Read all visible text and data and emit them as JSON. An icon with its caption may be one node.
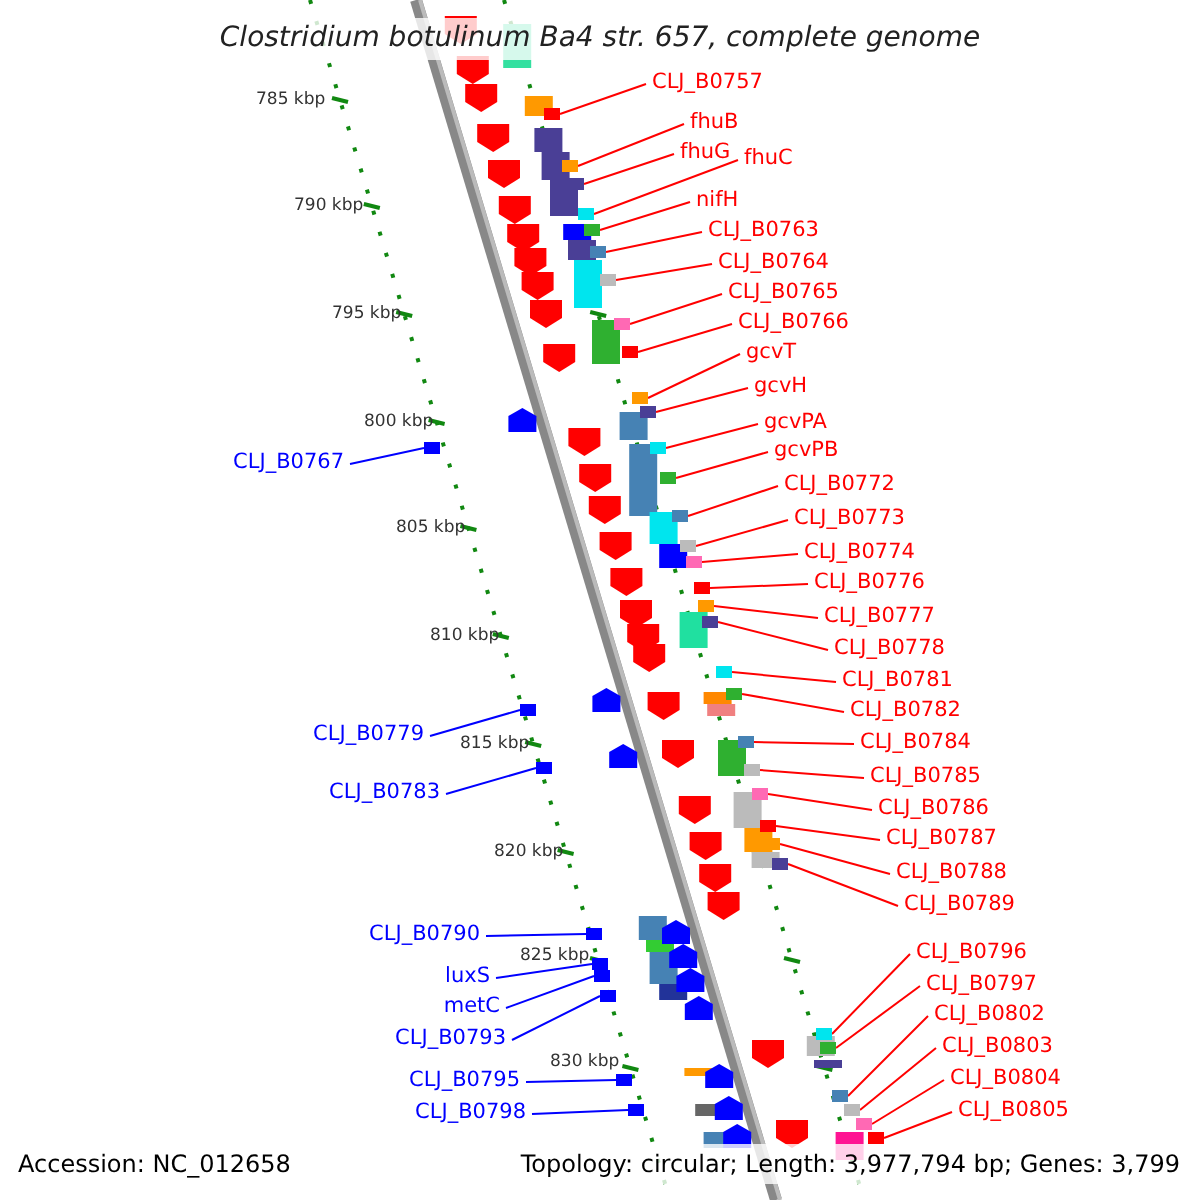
{
  "diagram": {
    "title": "Clostridium botulinum Ba4 str. 657, complete genome",
    "nodes": [
      {
        "text": [
          "CLJ_B0757"
        ]
      },
      {
        "text": [
          "fhuB"
        ]
      },
      {
        "text": [
          "fhuG"
        ]
      },
      {
        "text": [
          "fhuC"
        ]
      },
      {
        "text": [
          "nifH"
        ]
      },
      {
        "text": [
          "CLJ_B0763"
        ]
      },
      {
        "text": [
          "CLJ_B0764"
        ]
      },
      {
        "text": [
          "CLJ_B0765"
        ]
      },
      {
        "text": [
          "CLJ_B0766"
        ]
      },
      {
        "text": [
          "gcvT"
        ]
      },
      {
        "text": [
          "gcvH"
        ]
      },
      {
        "text": [
          "gcvPA"
        ]
      },
      {
        "text": [
          "gcvPB"
        ]
      },
      {
        "text": [
          "CLJ_B0772"
        ]
      },
      {
        "text": [
          "CLJ_B0773"
        ]
      },
      {
        "text": [
          "CLJ_B0774"
        ]
      },
      {
        "text": [
          "CLJ_B0776"
        ]
      },
      {
        "text": [
          "CLJ_B0777"
        ]
      },
      {
        "text": [
          "CLJ_B0778"
        ]
      },
      {
        "text": [
          "CLJ_B0781"
        ]
      },
      {
        "text": [
          "CLJ_B0782"
        ]
      },
      {
        "text": [
          "CLJ_B0784"
        ]
      },
      {
        "text": [
          "CLJ_B0785"
        ]
      },
      {
        "text": [
          "CLJ_B0786"
        ]
      },
      {
        "text": [
          "CLJ_B0787"
        ]
      },
      {
        "text": [
          "CLJ_B0788"
        ]
      },
      {
        "text": [
          "CLJ_B0789"
        ]
      },
      {
        "text": [
          "CLJ_B0796"
        ]
      },
      {
        "text": [
          "CLJ_B0797"
        ]
      },
      {
        "text": [
          "CLJ_B0802"
        ]
      },
      {
        "text": [
          "CLJ_B0803"
        ]
      },
      {
        "text": [
          "CLJ_B0804"
        ]
      },
      {
        "text": [
          "CLJ_B0805"
        ]
      },
      {
        "text": [
          "CLJ_B0767"
        ]
      },
      {
        "text": [
          "CLJ_B0779"
        ]
      },
      {
        "text": [
          "CLJ_B0783"
        ]
      },
      {
        "text": [
          "CLJ_B0790"
        ]
      },
      {
        "text": [
          "luxS"
        ]
      },
      {
        "text": [
          "metC"
        ]
      },
      {
        "text": [
          "CLJ_B0793"
        ]
      },
      {
        "text": [
          "CLJ_B0795"
        ]
      },
      {
        "text": [
          "CLJ_B0798"
        ]
      },
      {
        "text": [],
        "shape": "box"
      },
      {
        "text": [],
        "shape": "box"
      },
      {
        "text": [],
        "shape": "box"
      },
      {
        "text": [],
        "shape": "box"
      },
      {
        "text": [],
        "shape": "box"
      },
      {
        "text": [],
        "shape": "box"
      },
      {
        "text": [],
        "shape": "box"
      },
      {
        "text": [],
        "shape": "box"
      },
      {
        "text": [],
        "shape": "box"
      },
      {
        "text": [],
        "shape": "box"
      },
      {
        "text": [],
        "shape": "box"
      },
      {
        "text": [],
        "shape": "box"
      },
      {
        "text": [],
        "shape": "box"
      },
      {
        "text": [],
        "shape": "box"
      },
      {
        "text": [],
        "shape": "box"
      },
      {
        "text": [],
        "shape": "box"
      },
      {
        "text": [],
        "shape": "box"
      },
      {
        "text": [],
        "shape": "box"
      },
      {
        "text": [],
        "shape": "box"
      },
      {
        "text": [],
        "shape": "box"
      },
      {
        "text": [],
        "shape": "box"
      },
      {
        "text": [],
        "shape": "box"
      },
      {
        "text": [],
        "shape": "box"
      },
      {
        "text": [],
        "shape": "box"
      },
      {
        "text": [],
        "shape": "box"
      },
      {
        "text": [],
        "shape": "box"
      },
      {
        "text": [],
        "shape": "box"
      },
      {
        "text": [],
        "shape": "box"
      },
      {
        "text": [],
        "shape": "box"
      },
      {
        "text": [],
        "shape": "box"
      },
      {
        "text": [],
        "shape": "box"
      },
      {
        "text": [],
        "shape": "box"
      },
      {
        "text": [],
        "shape": "box"
      },
      {
        "text": [],
        "shape": "box"
      },
      {
        "text": [],
        "shape": "box"
      },
      {
        "text": [],
        "shape": "box"
      },
      {
        "text": [],
        "shape": "box"
      },
      {
        "text": [],
        "shape": "box"
      },
      {
        "text": [],
        "shape": "box"
      },
      {
        "text": [],
        "shape": "box"
      },
      {
        "text": [],
        "shape": "box"
      },
      {
        "text": [],
        "shape": "box"
      }
    ],
    "edges": [
      {
        "from": 0,
        "to": 42,
        "arrow": "none"
      },
      {
        "from": 1,
        "to": 43,
        "arrow": "none"
      },
      {
        "from": 2,
        "to": 44,
        "arrow": "none"
      },
      {
        "from": 3,
        "to": 45,
        "arrow": "none"
      },
      {
        "from": 4,
        "to": 46,
        "arrow": "none"
      },
      {
        "from": 5,
        "to": 47,
        "arrow": "none"
      },
      {
        "from": 6,
        "to": 48,
        "arrow": "none"
      },
      {
        "from": 7,
        "to": 49,
        "arrow": "none"
      },
      {
        "from": 8,
        "to": 50,
        "arrow": "none"
      },
      {
        "from": 9,
        "to": 51,
        "arrow": "none"
      },
      {
        "from": 10,
        "to": 52,
        "arrow": "none"
      },
      {
        "from": 11,
        "to": 53,
        "arrow": "none"
      },
      {
        "from": 12,
        "to": 54,
        "arrow": "none"
      },
      {
        "from": 13,
        "to": 55,
        "arrow": "none"
      },
      {
        "from": 14,
        "to": 56,
        "arrow": "none"
      },
      {
        "from": 15,
        "to": 57,
        "arrow": "none"
      },
      {
        "from": 16,
        "to": 58,
        "arrow": "none"
      },
      {
        "from": 17,
        "to": 59,
        "arrow": "none"
      },
      {
        "from": 18,
        "to": 60,
        "arrow": "none"
      },
      {
        "from": 19,
        "to": 61,
        "arrow": "none"
      },
      {
        "from": 20,
        "to": 62,
        "arrow": "none"
      },
      {
        "from": 21,
        "to": 63,
        "arrow": "none"
      },
      {
        "from": 22,
        "to": 64,
        "arrow": "none"
      },
      {
        "from": 23,
        "to": 65,
        "arrow": "none"
      },
      {
        "from": 24,
        "to": 66,
        "arrow": "none"
      },
      {
        "from": 25,
        "to": 67,
        "arrow": "none"
      },
      {
        "from": 26,
        "to": 68,
        "arrow": "none"
      },
      {
        "from": 27,
        "to": 69,
        "arrow": "none"
      },
      {
        "from": 28,
        "to": 70,
        "arrow": "none"
      },
      {
        "from": 29,
        "to": 71,
        "arrow": "none"
      },
      {
        "from": 30,
        "to": 72,
        "arrow": "none"
      },
      {
        "from": 31,
        "to": 73,
        "arrow": "none"
      },
      {
        "from": 32,
        "to": 74,
        "arrow": "none"
      },
      {
        "from": 33,
        "to": 75,
        "arrow": "none",
        "color": "#0000ff"
      },
      {
        "from": 34,
        "to": 76,
        "arrow": "none",
        "color": "#0000ff"
      },
      {
        "from": 35,
        "to": 77,
        "arrow": "none",
        "color": "#0000ff"
      },
      {
        "from": 36,
        "to": 78,
        "arrow": "none",
        "color": "#0000ff"
      },
      {
        "from": 37,
        "to": 79,
        "arrow": "none",
        "color": "#0000ff"
      },
      {
        "from": 38,
        "to": 80,
        "arrow": "none",
        "color": "#0000ff"
      },
      {
        "from": 39,
        "to": 81,
        "arrow": "none",
        "color": "#0000ff"
      },
      {
        "from": 40,
        "to": 82,
        "arrow": "none",
        "color": "#0000ff"
      },
      {
        "from": 41,
        "to": 83,
        "arrow": "none",
        "color": "#0000ff"
      }
    ],
    "labels": [
      "785 kbp",
      "790 kbp",
      "795 kbp",
      "800 kbp",
      "805 kbp",
      "810 kbp",
      "815 kbp",
      "820 kbp",
      "825 kbp",
      "830 kbp",
      "Accession: NC_012658",
      "Topology: circular; Length: 3,977,794 bp; Genes: 3,799"
    ]
  }
}
